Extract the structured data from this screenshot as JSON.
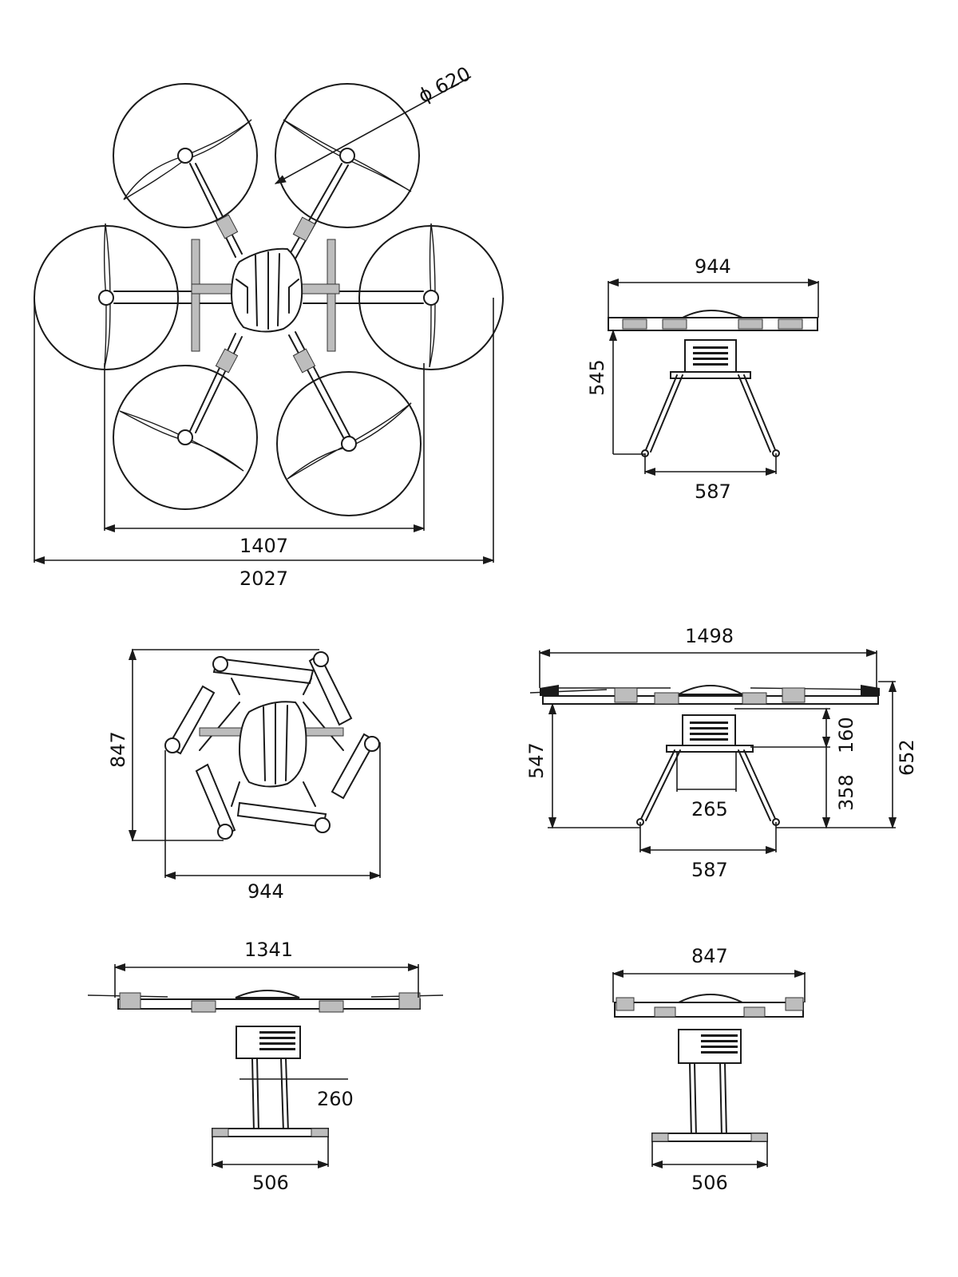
{
  "top_view": {
    "prop_diameter_label": "ϕ 620",
    "motor_span_label": "1407",
    "overall_span_label": "2027"
  },
  "front_view_1": {
    "width_label": "944",
    "height_label": "545",
    "leg_span_label": "587"
  },
  "folded_view": {
    "height_label": "847",
    "width_label": "944"
  },
  "side_view_1": {
    "width_label": "1498",
    "height_label": "547",
    "payload_height_label": "160",
    "leg_height_label": "358",
    "total_height_label": "652",
    "box_width_label": "265",
    "leg_span_label": "587"
  },
  "side_view_2": {
    "width_label": "1341",
    "box_label": "260",
    "skid_label": "506"
  },
  "side_view_3": {
    "width_label": "847",
    "skid_label": "506"
  }
}
